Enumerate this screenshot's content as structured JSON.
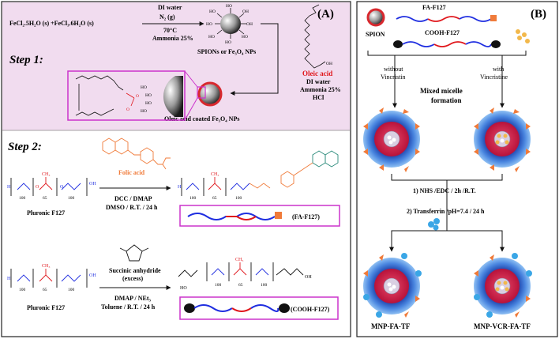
{
  "panel_a": {
    "tag": "(A)",
    "step1": "Step 1:",
    "step2": "Step 2:",
    "reactants": "FeCl₂.5H₂O (s) +FeCl₃.6H₂O (s)",
    "cond1_water": "DI water",
    "cond1_gas": "N₂ (g)",
    "cond1_temp": "70°C",
    "cond1_ammonia": "Ammonia 25%",
    "spion_label": "SPIONs or Fe₃O₄ NPs",
    "oleic_title": "Oleic acid",
    "oleic_cond1": "DI water",
    "oleic_cond2": "Ammonia 25%",
    "oleic_cond3": "HCl",
    "coated_label": "Oleic acid coated Fe₃O₄ NPs",
    "folic_title": "Folic acid",
    "folic_cond1": "DCC / DMAP",
    "folic_cond2": "DMSO / R.T. / 24 h",
    "pluronic1": "Pluronic F127",
    "fa_product": "(FA-F127)",
    "succinic_title": "Succinic anhydride",
    "succinic_excess": "(excess)",
    "succ_cond1": "DMAP / NEt₃",
    "succ_cond2": "Toluene / R.T. / 24 h",
    "pluronic2": "Pluronic F127",
    "cooh_product": "(COOH-F127)",
    "sub100": "100",
    "sub65": "65",
    "oh": "OH",
    "ho": "HO",
    "h": "H",
    "o": "O",
    "ch3": "CH₃"
  },
  "panel_b": {
    "tag": "(B)",
    "fa_f127": "FA-F127",
    "spion": "SPION",
    "cooh_f127": "COOH-F127",
    "without_1": "without",
    "without_2": "Vincristin",
    "with_1": "with",
    "with_2": "Vincristine",
    "mixed_1": "Mixed micelle",
    "mixed_2": "formation",
    "step_1": "1) NHS /EDC / 2h /R.T.",
    "step_2": "2) Transferrin /pH=7.4 / 24 h",
    "product_left": "MNP-FA-TF",
    "product_right": "MNP-VCR-FA-TF"
  },
  "colors": {
    "pink_bg": "#f1dcef",
    "magenta": "#cc33cc",
    "blue_chain": "#1f2ee0",
    "red_chain": "#e0161b",
    "orange": "#f07b3a",
    "red_sphere": "#d8282e",
    "corona": "#2f6fd1",
    "cyan": "#3aa6e6",
    "vincristine": "#f2b84b"
  }
}
